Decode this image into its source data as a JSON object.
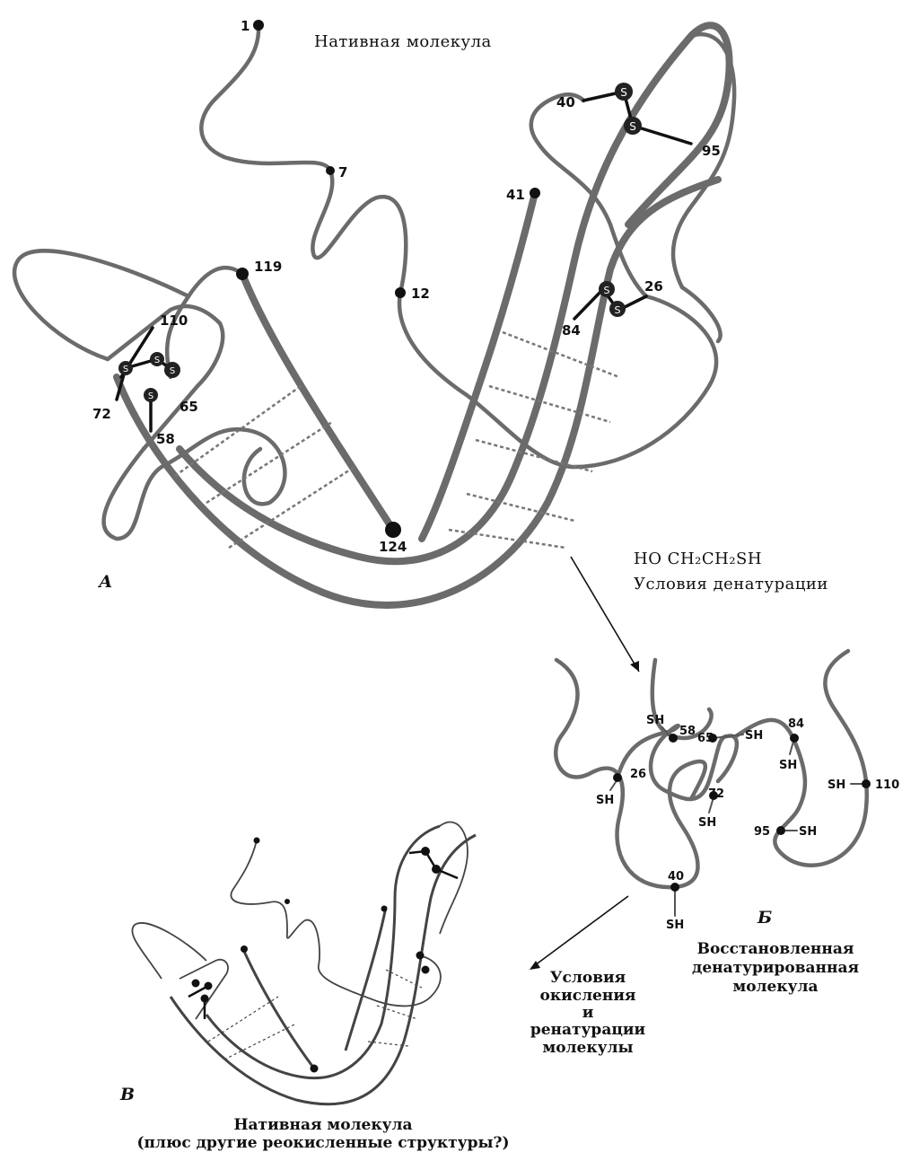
{
  "panel_a": {
    "title": "Нативная молекула",
    "letter": "А",
    "residues": [
      "1",
      "7",
      "12",
      "119",
      "124",
      "110",
      "72",
      "65",
      "58",
      "40",
      "41",
      "95",
      "26",
      "84"
    ],
    "ss_symbol": "S"
  },
  "reaction_1": {
    "reagent": "HO CH₂CH₂SH",
    "conditions": "Условия денатурации"
  },
  "panel_b": {
    "letter": "Б",
    "caption_line1": "Восстановленная",
    "caption_line2": "денатурированная",
    "caption_line3": "молекула",
    "sh": "SH",
    "residues": [
      "58",
      "65",
      "84",
      "26",
      "72",
      "110",
      "95",
      "40"
    ]
  },
  "reaction_2": {
    "line1": "Условия",
    "line2": "окисления",
    "line3": "и",
    "line4": "ренатурации",
    "line5": "молекулы"
  },
  "panel_c": {
    "letter": "В",
    "caption_line1": "Нативная молекула",
    "caption_line2": "(плюс другие реокисленные структуры?)"
  }
}
